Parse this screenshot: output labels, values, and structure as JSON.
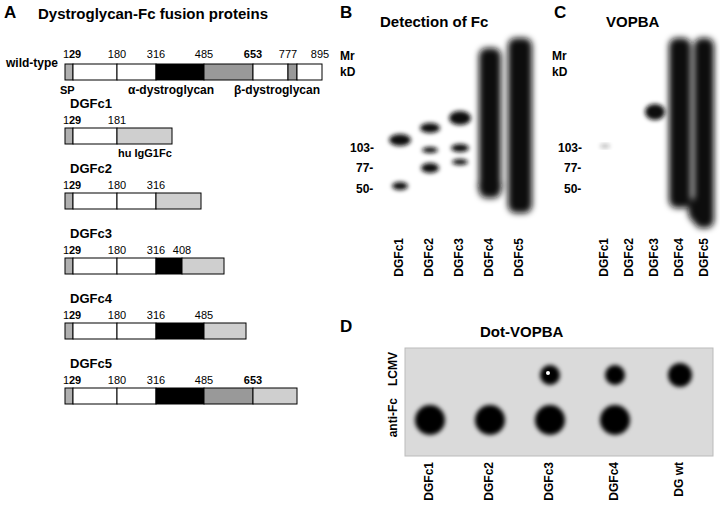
{
  "diagram": {
    "labels": [
      "A",
      "Dystroglycan-Fc fusion proteins",
      "wild-type",
      "1",
      "29",
      "180",
      "316",
      "485",
      "653",
      "777",
      "895",
      "SP",
      "α-dystroglycan",
      "β-dystroglycan",
      "DGFc1",
      "1",
      "29",
      "181",
      "hu IgG1Fc",
      "DGFc2",
      "1",
      "29",
      "180",
      "316",
      "DGFc3",
      "1",
      "29",
      "180",
      "316",
      "408",
      "DGFc4",
      "1",
      "29",
      "180",
      "316",
      "485",
      "DGFc5",
      "1",
      "29",
      "180",
      "316",
      "485",
      "653",
      "B",
      "Detection of Fc",
      "Mr",
      "kD",
      "103-",
      "77-",
      "50-",
      "DGFc1",
      "DGFc2",
      "DGFc3",
      "DGFc4",
      "DGFc5",
      "C",
      "VOPBA",
      "Mr",
      "kD",
      "103-",
      "77-",
      "50-",
      "DGFc1",
      "DGFc2",
      "DGFc3",
      "DGFc4",
      "DGFc5",
      "D",
      "Dot-VOPBA",
      "LCMV",
      "anti-Fc",
      "DGFc1",
      "DGFc2",
      "DGFc3",
      "DGFc4",
      "DG wt"
    ]
  }
}
